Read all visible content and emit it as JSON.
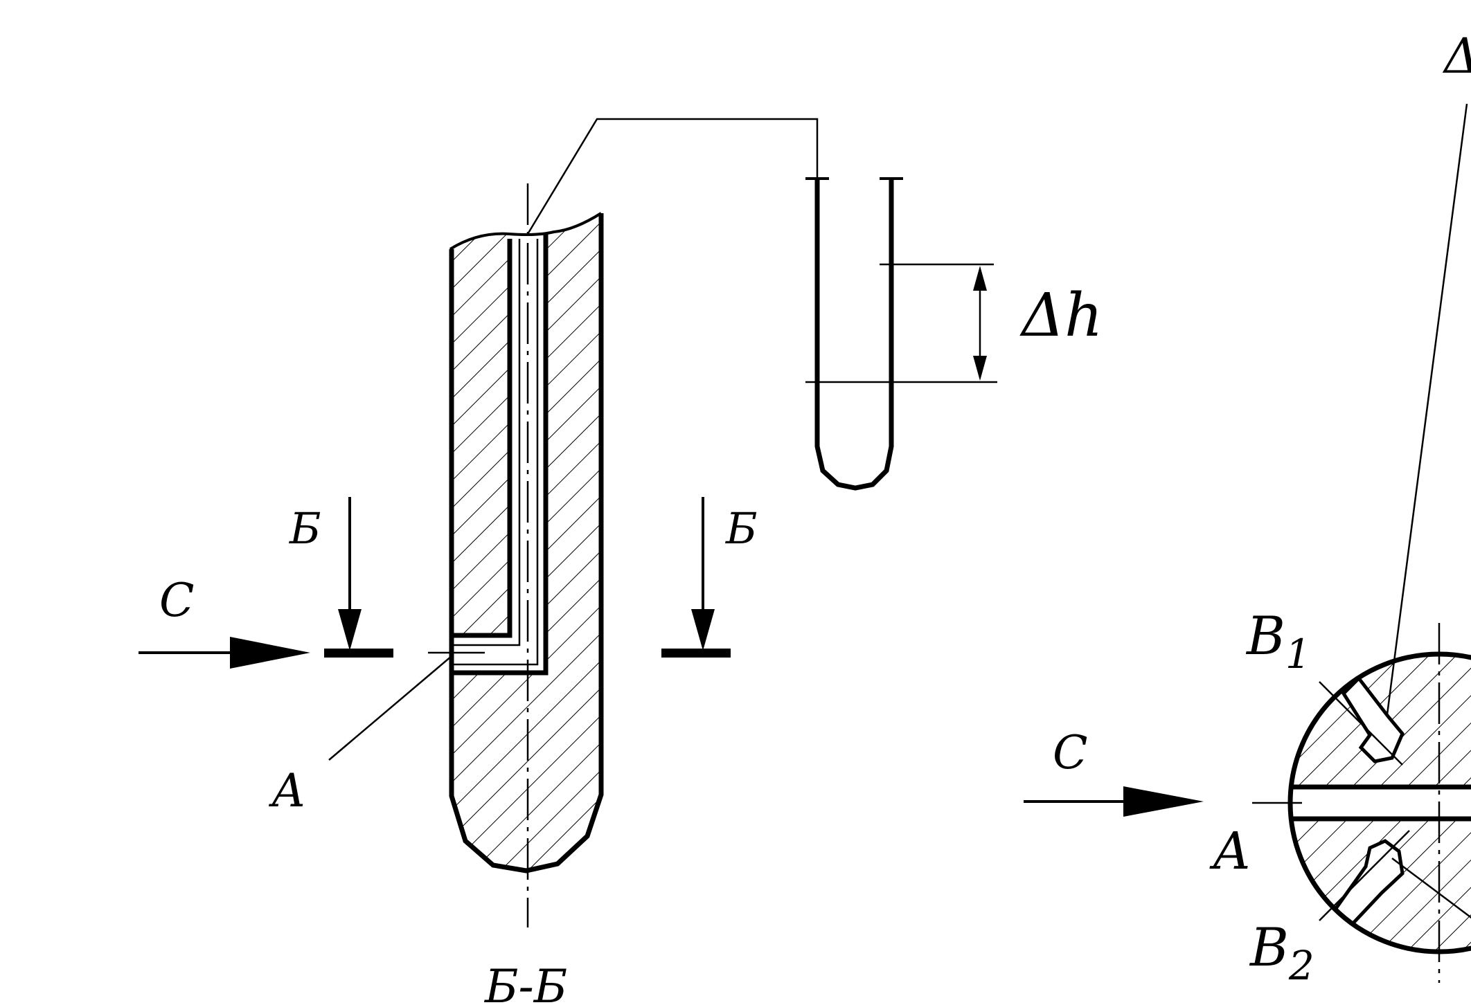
{
  "labels": {
    "flow_left": "C",
    "section_left_1": "Б",
    "section_left_2": "Б",
    "point_a_left": "A",
    "section_title": "Б-Б",
    "delta_h": "Δh",
    "flow_right": "C",
    "point_a_right": "A",
    "b1_main": "B",
    "b1_sub": "1",
    "b2_main": "B",
    "b2_sub": "2",
    "delta_partial": "Δ"
  }
}
